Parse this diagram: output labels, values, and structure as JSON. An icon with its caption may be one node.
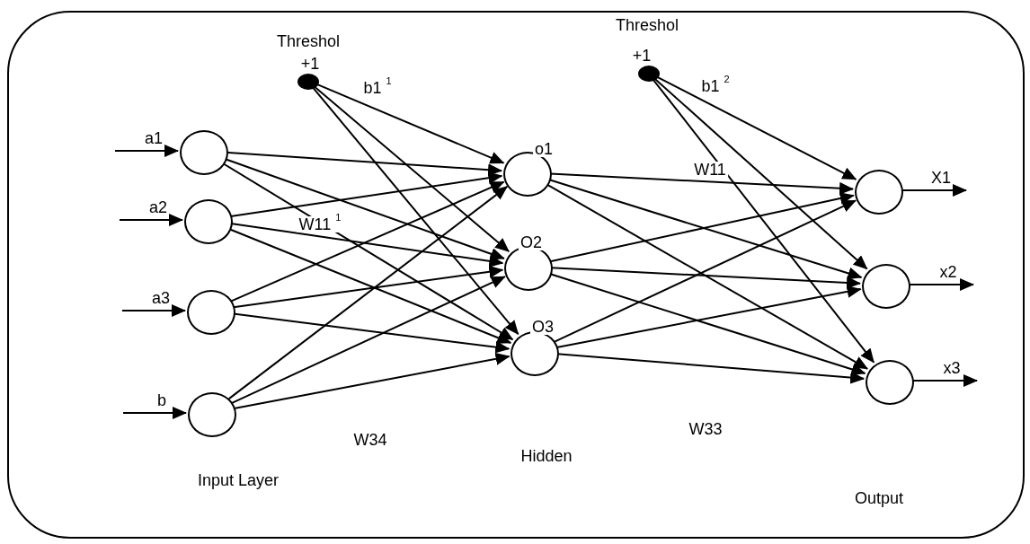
{
  "diagram": {
    "nodes": [
      {
        "text": [],
        "shape": "box"
      },
      {
        "text": [],
        "shape": "circle",
        "in": 0,
        "beside": [
          "Threshol",
          "+1"
        ]
      },
      {
        "text": [],
        "shape": "circle",
        "in": 0,
        "beside": [
          "Threshol",
          "+1"
        ]
      },
      {
        "text": [],
        "shape": "circle",
        "in": 0
      },
      {
        "text": [],
        "shape": "circle",
        "in": 0
      },
      {
        "text": [],
        "shape": "circle",
        "in": 0
      },
      {
        "text": [],
        "shape": "circle",
        "in": 0
      },
      {
        "text": [],
        "shape": "circle",
        "in": 0,
        "beside": [
          "o1"
        ]
      },
      {
        "text": [],
        "shape": "circle",
        "in": 0,
        "beside": [
          "O2"
        ]
      },
      {
        "text": [],
        "shape": "circle",
        "in": 0,
        "beside": [
          "O3"
        ]
      },
      {
        "text": [],
        "shape": "circle",
        "in": 0
      },
      {
        "text": [],
        "shape": "circle",
        "in": 0
      },
      {
        "text": [],
        "shape": "circle",
        "in": 0
      }
    ],
    "edges": [
      {
        "from": null,
        "to": 3,
        "arrow": "to",
        "label": "a1"
      },
      {
        "from": null,
        "to": 4,
        "arrow": "to",
        "label": "a2"
      },
      {
        "from": null,
        "to": 5,
        "arrow": "to",
        "label": "a3"
      },
      {
        "from": null,
        "to": 6,
        "arrow": "to",
        "label": "b"
      },
      {
        "from": 1,
        "to": 7,
        "arrow": "to"
      },
      {
        "from": 1,
        "to": 8,
        "arrow": "to"
      },
      {
        "from": 1,
        "to": 9,
        "arrow": "to"
      },
      {
        "from": 3,
        "to": 7,
        "arrow": "to"
      },
      {
        "from": 3,
        "to": 8,
        "arrow": "to"
      },
      {
        "from": 3,
        "to": 9,
        "arrow": "to"
      },
      {
        "from": 4,
        "to": 7,
        "arrow": "to"
      },
      {
        "from": 4,
        "to": 8,
        "arrow": "to"
      },
      {
        "from": 4,
        "to": 9,
        "arrow": "to"
      },
      {
        "from": 5,
        "to": 7,
        "arrow": "to"
      },
      {
        "from": 5,
        "to": 8,
        "arrow": "to"
      },
      {
        "from": 5,
        "to": 9,
        "arrow": "to"
      },
      {
        "from": 6,
        "to": 7,
        "arrow": "to"
      },
      {
        "from": 6,
        "to": 8,
        "arrow": "to"
      },
      {
        "from": 6,
        "to": 9,
        "arrow": "to"
      },
      {
        "from": 2,
        "to": 10,
        "arrow": "to"
      },
      {
        "from": 2,
        "to": 11,
        "arrow": "to"
      },
      {
        "from": 2,
        "to": 12,
        "arrow": "to"
      },
      {
        "from": 7,
        "to": 10,
        "arrow": "to"
      },
      {
        "from": 7,
        "to": 11,
        "arrow": "to"
      },
      {
        "from": 7,
        "to": 12,
        "arrow": "to"
      },
      {
        "from": 8,
        "to": 10,
        "arrow": "to"
      },
      {
        "from": 8,
        "to": 11,
        "arrow": "to"
      },
      {
        "from": 8,
        "to": 12,
        "arrow": "to"
      },
      {
        "from": 9,
        "to": 10,
        "arrow": "to"
      },
      {
        "from": 9,
        "to": 11,
        "arrow": "to"
      },
      {
        "from": 9,
        "to": 12,
        "arrow": "to"
      },
      {
        "from": 10,
        "to": null,
        "arrow": "to",
        "label": "X1"
      },
      {
        "from": 11,
        "to": null,
        "arrow": "to",
        "label": "x2"
      },
      {
        "from": 12,
        "to": null,
        "arrow": "to",
        "label": "x3"
      }
    ],
    "labels": [
      "b1 $^{1}$",
      "b1 $^{2}$",
      "W11 $^{1}$",
      "W11",
      "W34",
      "Hidden",
      "W33",
      "Input Layer",
      "Output"
    ]
  }
}
